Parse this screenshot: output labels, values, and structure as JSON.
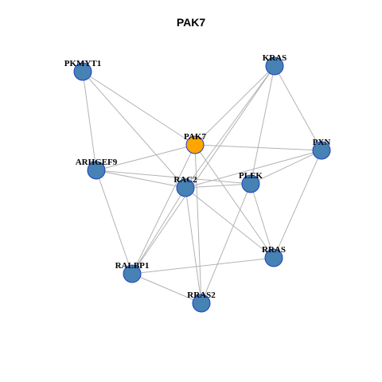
{
  "title": "PAK7",
  "colors": {
    "center_node": "#FFA500",
    "node": "#4682B4",
    "node_border": "#1F3FBF",
    "edge": "#B3B3B3"
  },
  "nodes": [
    {
      "id": "PAK7",
      "label": "PAK7",
      "center": true
    },
    {
      "id": "KRAS",
      "label": "KRAS"
    },
    {
      "id": "PKMYT1",
      "label": "PKMYT1"
    },
    {
      "id": "PXN",
      "label": "PXN"
    },
    {
      "id": "ARHGEF9",
      "label": "ARHGEF9"
    },
    {
      "id": "RAC2",
      "label": "RAC2"
    },
    {
      "id": "PLEK",
      "label": "PLEK"
    },
    {
      "id": "RRAS",
      "label": "RRAS"
    },
    {
      "id": "RALBP1",
      "label": "RALBP1"
    },
    {
      "id": "RRAS2",
      "label": "RRAS2"
    }
  ],
  "edges": [
    [
      "PKMYT1",
      "PAK7"
    ],
    [
      "PKMYT1",
      "ARHGEF9"
    ],
    [
      "PKMYT1",
      "RAC2"
    ],
    [
      "KRAS",
      "PAK7"
    ],
    [
      "KRAS",
      "RAC2"
    ],
    [
      "KRAS",
      "PLEK"
    ],
    [
      "KRAS",
      "PXN"
    ],
    [
      "KRAS",
      "RALBP1"
    ],
    [
      "PAK7",
      "PXN"
    ],
    [
      "PAK7",
      "ARHGEF9"
    ],
    [
      "PAK7",
      "RRAS"
    ],
    [
      "PAK7",
      "RRAS2"
    ],
    [
      "PAK7",
      "RALBP1"
    ],
    [
      "PXN",
      "RAC2"
    ],
    [
      "PXN",
      "PLEK"
    ],
    [
      "PXN",
      "RRAS"
    ],
    [
      "ARHGEF9",
      "RAC2"
    ],
    [
      "ARHGEF9",
      "PLEK"
    ],
    [
      "ARHGEF9",
      "RALBP1"
    ],
    [
      "RAC2",
      "PLEK"
    ],
    [
      "RAC2",
      "RRAS"
    ],
    [
      "RAC2",
      "RRAS2"
    ],
    [
      "RAC2",
      "RALBP1"
    ],
    [
      "PLEK",
      "RRAS"
    ],
    [
      "PLEK",
      "RRAS2"
    ],
    [
      "RALBP1",
      "RRAS"
    ],
    [
      "RALBP1",
      "RRAS2"
    ]
  ]
}
